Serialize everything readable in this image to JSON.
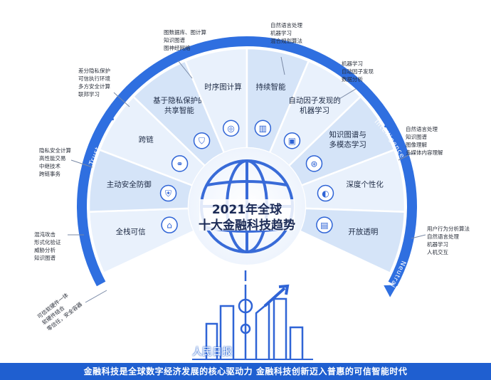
{
  "center": {
    "line1": "2021年全球",
    "line2": "十大金融科技趋势"
  },
  "segments": [
    {
      "id": "fullstack",
      "label": "全栈可信",
      "icon": "house-shield-icon"
    },
    {
      "id": "active-defense",
      "label": "主动安全防御",
      "icon": "shield-check-icon"
    },
    {
      "id": "cross-chain",
      "label": "跨链",
      "icon": "chain-link-icon"
    },
    {
      "id": "privacy-sharing",
      "label": [
        "基于隐私保护的",
        "共享智能"
      ],
      "icon": "privacy-shield-icon"
    },
    {
      "id": "temporal-graph",
      "label": "时序图计算",
      "icon": "graph-node-icon"
    },
    {
      "id": "continual",
      "label": "持续智能",
      "icon": "chart-refresh-icon"
    },
    {
      "id": "auto-factor",
      "label": [
        "自动因子发现的",
        "机器学习"
      ],
      "icon": "person-card-icon"
    },
    {
      "id": "kg-multimodal",
      "label": [
        "知识图谱与",
        "多模态学习"
      ],
      "icon": "multimodal-icon"
    },
    {
      "id": "deep-personal",
      "label": "深度个性化",
      "icon": "headset-icon"
    },
    {
      "id": "open-transparent",
      "label": "开放透明",
      "icon": "lock-icon"
    }
  ],
  "arcs": {
    "trust": "Trust",
    "intelligence": "Intelligence",
    "neutral": "Neutral"
  },
  "annotations": [
    {
      "id": "ann-fullstack",
      "lines": [
        "可信软硬件一体",
        "软硬件结合",
        "零信任，安全容器"
      ]
    },
    {
      "id": "ann-active-defense",
      "lines": [
        "混沌攻击",
        "形式化验证",
        "威胁分析",
        "知识图谱"
      ]
    },
    {
      "id": "ann-cross-chain",
      "lines": [
        "隐私安全计算",
        "高性能交易",
        "中继技术",
        "跨链事务"
      ]
    },
    {
      "id": "ann-privacy",
      "lines": [
        "差分隐私保护",
        "可信执行环境",
        "多方安全计算",
        "联邦学习"
      ]
    },
    {
      "id": "ann-temporal",
      "lines": [
        "图数据库、图计算",
        "知识图谱",
        "图神经网络"
      ]
    },
    {
      "id": "ann-continual",
      "lines": [
        "自然语言处理",
        "机器学习",
        "混合规划算法"
      ]
    },
    {
      "id": "ann-auto-factor",
      "lines": [
        "机器学习",
        "自动因子发现",
        "数据分析"
      ]
    },
    {
      "id": "ann-kg",
      "lines": [
        "自然语言处理",
        "知识图谱",
        "图像理解",
        "多媒体内容理解"
      ]
    },
    {
      "id": "ann-deep",
      "lines": [
        "用户行为分析算法",
        "自然语言处理",
        "机器学习",
        "人机交互"
      ]
    }
  ],
  "watermark": "人民日报",
  "footer": "金融科技是全球数字经济发展的核心驱动力 金融科技创新迈入普惠的可信智能时代",
  "colors": {
    "arc_blue": "#2f6fe0",
    "segment_light": "#e9f1fc",
    "segment_alt": "#d5e4f8",
    "segment_line": "#ffffff",
    "icon_blue": "#2f64d6",
    "footer_blue": "#1f5fd0"
  }
}
